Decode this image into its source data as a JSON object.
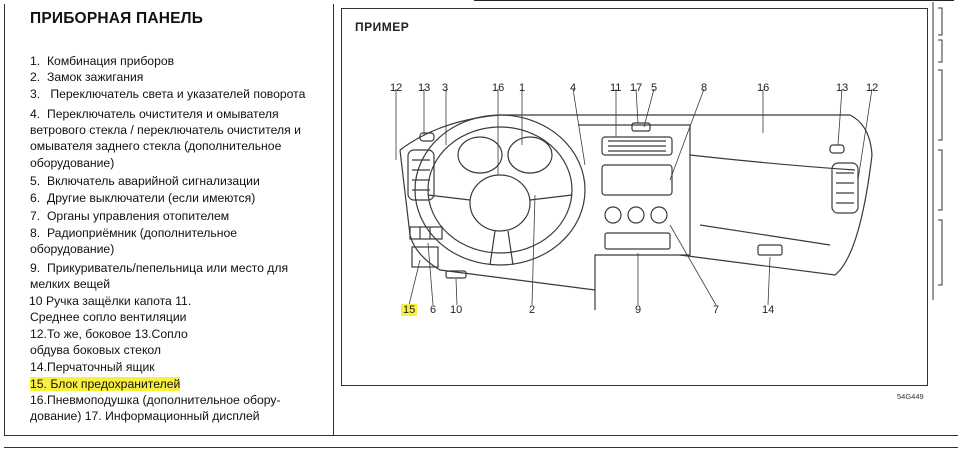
{
  "panel_title": "ПРИБОРНАЯ ПАНЕЛЬ",
  "items": [
    {
      "num": "1.",
      "text": "Комбинация приборов"
    },
    {
      "num": "2.",
      "text": "Замок зажигания"
    },
    {
      "num": "3.",
      "text": "Переключатель света и указателей поворота"
    },
    {
      "num": "4.",
      "text": "Переключатель очистителя и омывателя ветрового стекла / переключатель очистителя и омывателя заднего стекла (дополнительное оборудование)"
    },
    {
      "num": "5.",
      "text": "Включатель аварийной сигнализации"
    },
    {
      "num": "6.",
      "text": "Другие выключатели (если имеются)"
    },
    {
      "num": "7.",
      "text": "Органы управления отопителем"
    },
    {
      "num": "8.",
      "text": "Радиоприёмник (дополнительное оборудование)"
    },
    {
      "num": "9.",
      "text": "Прикуриватель/пепельница или место для мелких вещей"
    }
  ],
  "extra_lines": [
    "10 Ручка защёлки капота 11.",
    "Среднее сопло вентиляции",
    "12.То же, боковое 13.Сопло",
    "обдува боковых стекол",
    "14.Перчаточный ящик"
  ],
  "highlighted_line": "15. Блок предохранителей",
  "tail_lines": [
    "16.Пневмоподушка (дополнительное обору-",
    "дование) 17. Информационный дисплей"
  ],
  "figure": {
    "label": "ПРИМЕР",
    "code": "54G449",
    "top_callouts": [
      "12",
      "13",
      "3",
      "16",
      "1",
      "4",
      "11",
      "17",
      "5",
      "8",
      "16",
      "13",
      "12"
    ],
    "bottom_callouts": [
      "15",
      "6",
      "10",
      "2",
      "9",
      "7",
      "14"
    ],
    "highlight_color": "#f6f13c"
  }
}
